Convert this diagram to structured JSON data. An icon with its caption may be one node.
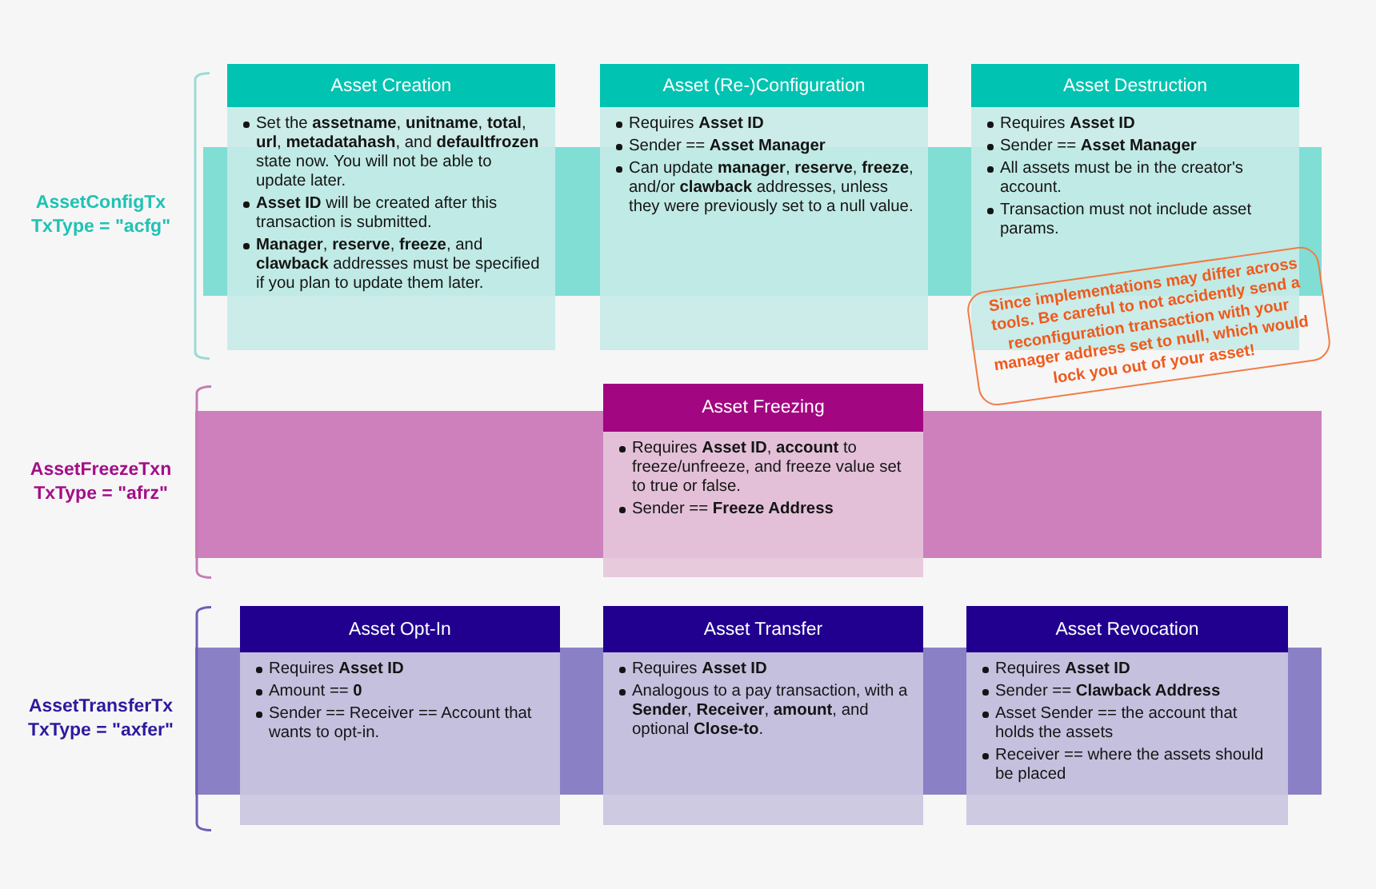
{
  "diagram": {
    "nodes": [
      {
        "text": [
          "AssetConfigTx",
          "TxType = \"acfg\""
        ]
      },
      {
        "text": [
          "Asset Creation",
          "Set the **assetname**, **unitname**, **total**, **url**, **metadatahash**, and **defaultfrozen** state now. You will not be able to update later.",
          "**Asset ID** will be created after this transaction is submitted.",
          "**Manager**, **reserve**, **freeze**, and **clawback** addresses must be specified if you plan to update them later."
        ]
      },
      {
        "text": [
          "Asset (Re-)Configuration",
          "Requires **Asset ID**",
          "Sender == **Asset Manager**",
          "Can update **manager**, **reserve**, **freeze**, and/or **clawback** addresses, unless they were previously set to a null value."
        ]
      },
      {
        "text": [
          "Asset Destruction",
          "Requires **Asset ID**",
          "Sender == **Asset Manager**",
          "All assets must be in the creator's account.",
          "Transaction must not include asset params."
        ]
      },
      {
        "text": [
          "Since implementations may differ across tools. Be careful to not accidently send a reconfiguration transaction with your manager address set to null, which would lock you out of your asset!"
        ]
      },
      {
        "text": [
          "AssetFreezeTxn",
          "TxType = \"afrz\""
        ]
      },
      {
        "text": [
          "Asset Freezing",
          "Requires **Asset ID**, **account** to freeze/unfreeze, and freeze value set to true or false.",
          "Sender == **Freeze Address**"
        ]
      },
      {
        "text": [
          "AssetTransferTx",
          "TxType = \"axfer\""
        ]
      },
      {
        "text": [
          "Asset Opt-In",
          "Requires **Asset ID**",
          "Amount == **0**",
          "Sender == Receiver == Account that wants to opt-in."
        ]
      },
      {
        "text": [
          "Asset Transfer",
          "Requires **Asset ID**",
          "Analogous to a pay transaction, with a **Sender**, **Receiver**, **amount**, and optional **Close-to**."
        ]
      },
      {
        "text": [
          "Asset Revocation",
          "Requires **Asset ID**",
          "Sender == **Clawback Address**",
          "Asset Sender == the account that holds the assets",
          "Receiver == where the assets should be placed"
        ]
      }
    ]
  }
}
